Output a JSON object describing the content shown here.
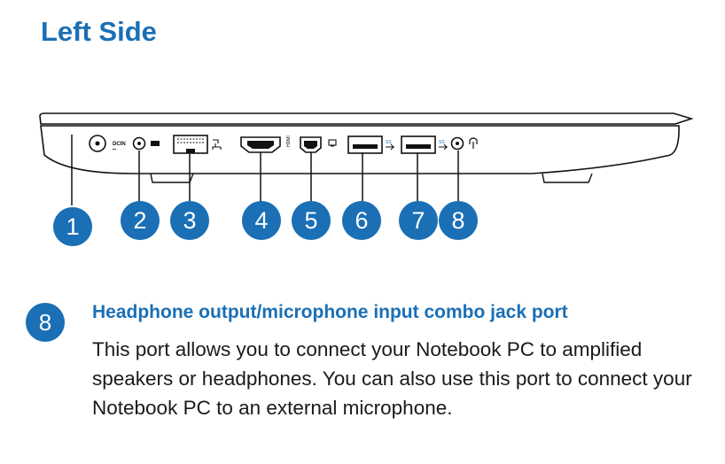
{
  "page": {
    "title": "Left Side"
  },
  "ports": [
    {
      "number": "1",
      "icon": "dc-in-icon",
      "label": "DCIN"
    },
    {
      "number": "2",
      "icon": "kensington-lock-icon",
      "label": ""
    },
    {
      "number": "3",
      "icon": "lan-port-icon",
      "label": ""
    },
    {
      "number": "4",
      "icon": "hdmi-port-icon",
      "label": "HDMI"
    },
    {
      "number": "5",
      "icon": "mini-displayport-icon",
      "label": ""
    },
    {
      "number": "6",
      "icon": "usb3-port-icon",
      "label": "SS"
    },
    {
      "number": "7",
      "icon": "usb3-charge-port-icon",
      "label": "SS"
    },
    {
      "number": "8",
      "icon": "audio-jack-icon",
      "label": ""
    }
  ],
  "section": {
    "number": "8",
    "heading": "Headphone output/microphone input combo jack port",
    "body": "This port allows you to connect your Notebook PC to amplified speakers or headphones. You can also use this port to connect your Notebook PC to an external microphone."
  },
  "colors": {
    "accent": "#1a6fb5"
  }
}
